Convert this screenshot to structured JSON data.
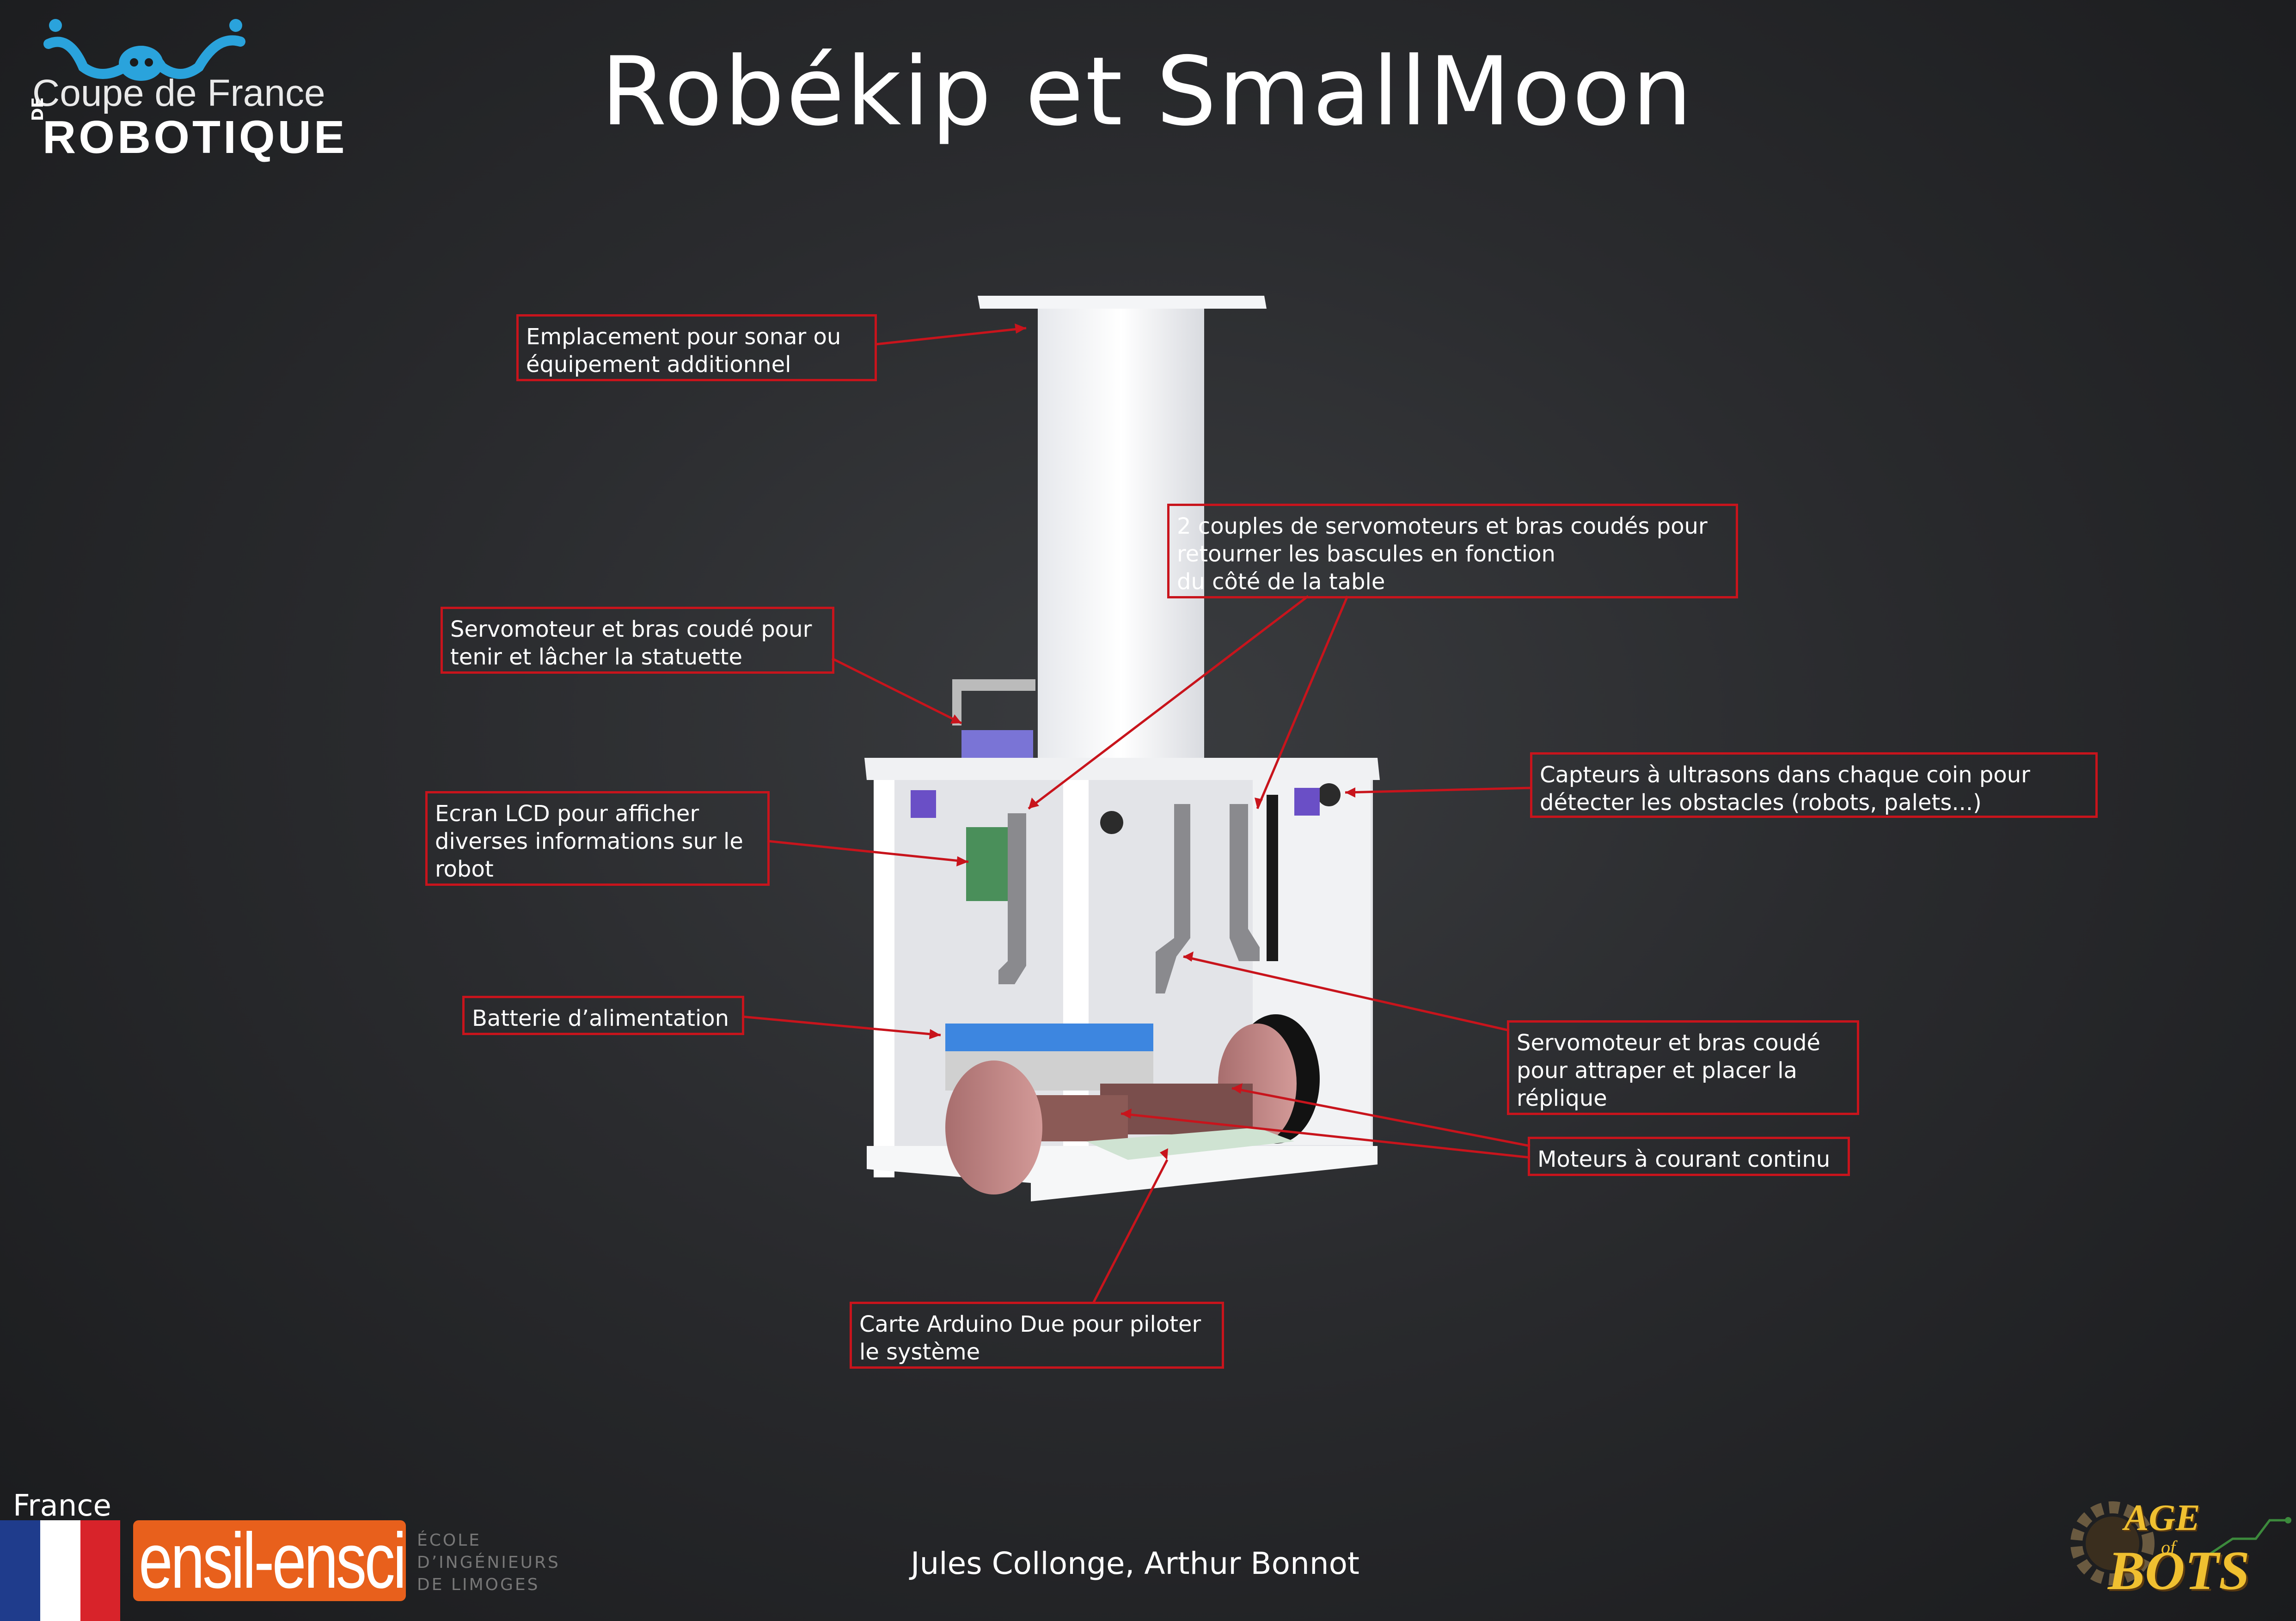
{
  "title": "Robékip et SmallMoon",
  "logo_cfr": {
    "line1": "Coupe de France",
    "prefix": "DE",
    "line2": "ROBOTIQUE",
    "icon": "robot-face-icon"
  },
  "callouts": [
    {
      "id": "sonar",
      "text": "Emplacement pour sonar ou\néquipement additionnel"
    },
    {
      "id": "servo-pair",
      "text": "2 couples de servomoteurs et bras coudés pour\nretourner les bascules en fonction\ndu côté de la table"
    },
    {
      "id": "servo-statuette",
      "text": "Servomoteur et bras coudé pour\ntenir et lâcher la statuette"
    },
    {
      "id": "ultrasons",
      "text": "Capteurs à ultrasons dans chaque coin pour\ndétecter les obstacles (robots, palets...)"
    },
    {
      "id": "lcd",
      "text": "Ecran LCD pour afficher\ndiverses informations sur le\nrobot"
    },
    {
      "id": "battery",
      "text": "Batterie d’alimentation"
    },
    {
      "id": "servo-replica",
      "text": "Servomoteur et bras coudé\npour attraper et placer la\nréplique"
    },
    {
      "id": "motors",
      "text": "Moteurs à courant continu"
    },
    {
      "id": "arduino",
      "text": "Carte Arduino Due pour piloter\nle système"
    }
  ],
  "footer": {
    "country": "France",
    "authors": "Jules Collonge, Arthur Bonnot",
    "school_logo": "ensil-ensci",
    "school_subtitle": "ÉCOLE\nD’INGÉNIEURS\nDE LIMOGES",
    "team_logo": {
      "word1": "AGE",
      "word2": "of",
      "word3": "BOTS",
      "icon": "gear-icon"
    }
  },
  "colors": {
    "accent": "#c8141c",
    "background": "#2a2b2e",
    "flag_blue": "#1f3c8c",
    "flag_red": "#d8232a",
    "ensil_orange": "#e8601c"
  }
}
